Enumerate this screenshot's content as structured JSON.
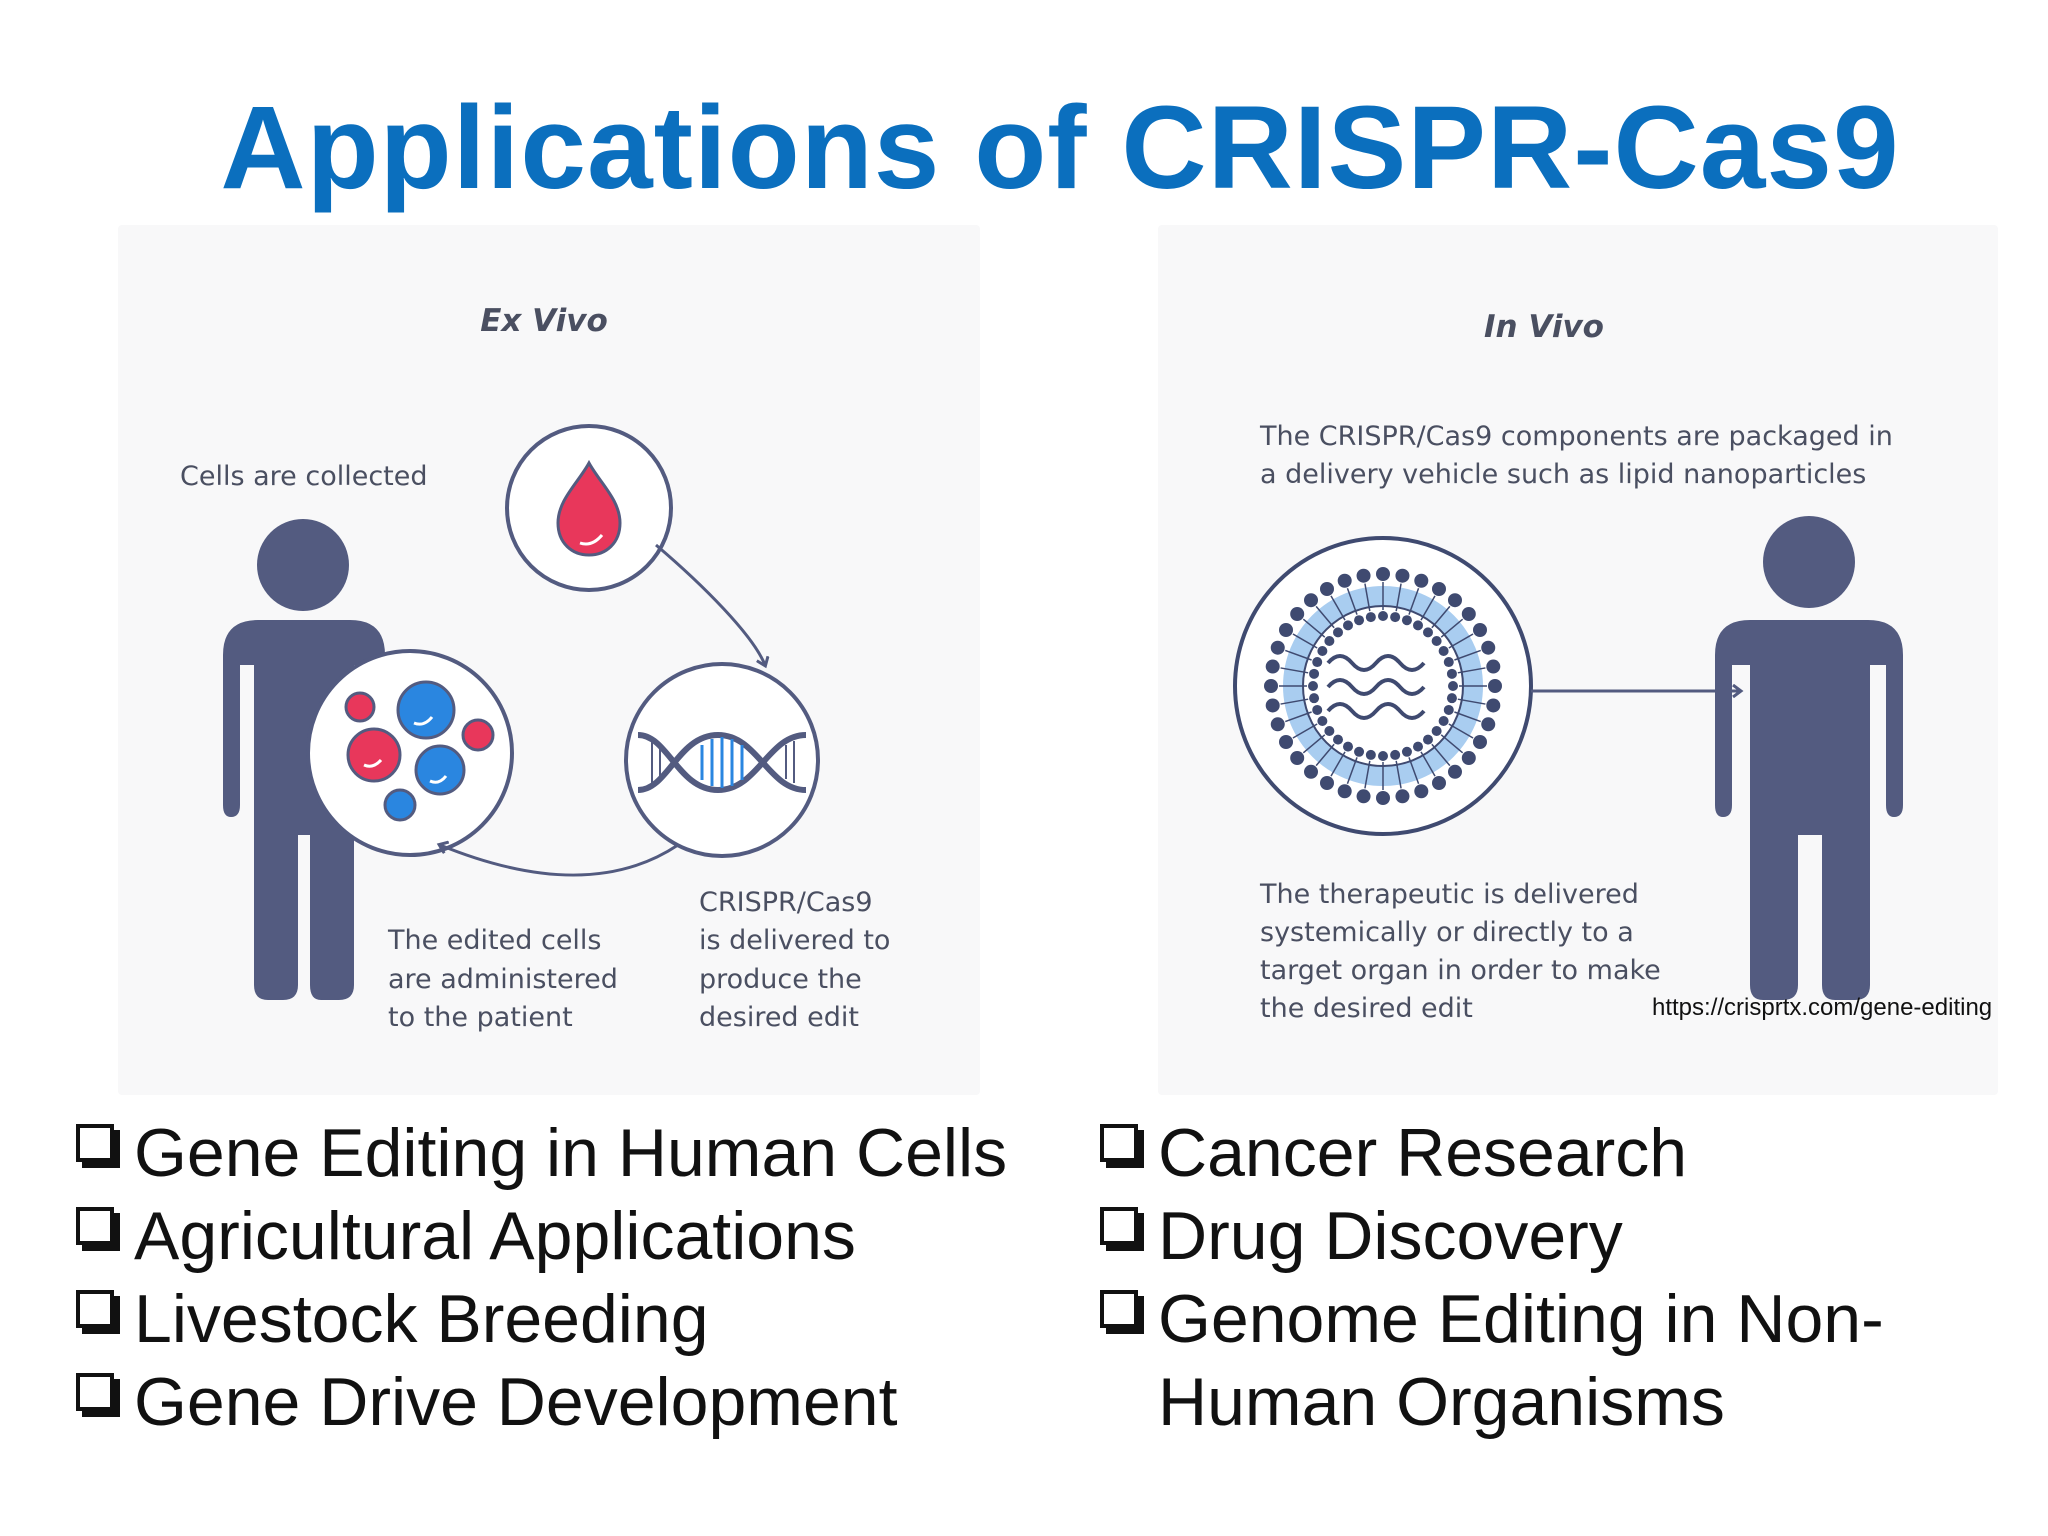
{
  "title": "Applications of CRISPR-Cas9",
  "ex_vivo": {
    "heading": "Ex Vivo",
    "cells_collected": "Cells are collected",
    "crispr_delivered": [
      "CRISPR/Cas9",
      "is delivered to",
      "produce the",
      "desired edit"
    ],
    "cells_administered": [
      "The edited cells",
      "are administered",
      "to the patient"
    ]
  },
  "in_vivo": {
    "heading": "In Vivo",
    "packaged": [
      "The CRISPR/Cas9 components are packaged in",
      "a delivery vehicle such as lipid nanoparticles"
    ],
    "delivered": [
      "The therapeutic is delivered",
      "systemically or directly to a",
      "target organ in order to make",
      "the desired edit"
    ]
  },
  "source_url": "https://crisprtx.com/gene-editing",
  "applications_left": [
    "Gene Editing in Human Cells",
    "Agricultural Applications",
    "Livestock Breeding",
    "Gene Drive Development"
  ],
  "applications_right": [
    "Cancer Research",
    "Drug Discovery",
    "Genome Editing in Non-Human Organisms"
  ],
  "colors": {
    "title": "#0b6fbe",
    "figure": "#535b80",
    "red": "#e8375b",
    "blue": "#2a86e0",
    "nanoparticle": "#3f4a70",
    "nanoparticle_fill": "#a9cdf0"
  }
}
